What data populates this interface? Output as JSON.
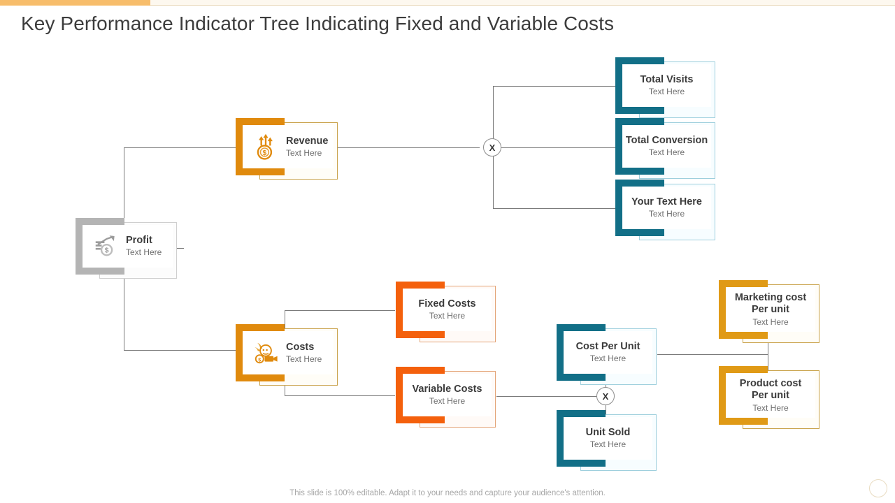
{
  "slide": {
    "title": "Key Performance Indicator Tree Indicating Fixed and Variable Costs",
    "footer_note": "This slide is 100% editable. Adapt it to your needs and capture your audience's attention.",
    "accent_bar_color": "#f7bd6b",
    "accent_bar_secondary_color": "#fdf8ef"
  },
  "colors": {
    "amber": "#e08a0d",
    "teal": "#126f87",
    "orange": "#f4600c",
    "gray": "#b4b4b4",
    "title_text": "#3c3c3c",
    "body_text": "#3b3b3b",
    "sub_text": "#6e6e6e",
    "connector": "#7a7a7a"
  },
  "nodes": {
    "profit": {
      "title": "Profit",
      "subtitle": "Text Here",
      "icon": "profit-growth-coin-icon",
      "color": "#b4b4b4"
    },
    "revenue": {
      "title": "Revenue",
      "subtitle": "Text Here",
      "icon": "revenue-arrows-coin-icon",
      "color": "#e08a0d"
    },
    "costs": {
      "title": "Costs",
      "subtitle": "Text Here",
      "icon": "costs-money-bag-icon",
      "color": "#e08a0d"
    },
    "total_visits": {
      "title": "Total Visits",
      "subtitle": "Text Here",
      "color": "#126f87"
    },
    "total_conversion": {
      "title": "Total Conversion",
      "subtitle": "Text Here",
      "color": "#126f87"
    },
    "your_text_here": {
      "title": "Your Text Here",
      "subtitle": "Text Here",
      "color": "#126f87"
    },
    "fixed_costs": {
      "title": "Fixed Costs",
      "subtitle": "Text Here",
      "color": "#f4600c"
    },
    "variable_costs": {
      "title": "Variable Costs",
      "subtitle": "Text Here",
      "color": "#f4600c"
    },
    "cost_per_unit": {
      "title": "Cost Per Unit",
      "subtitle": "Text Here",
      "color": "#126f87"
    },
    "unit_sold": {
      "title": "Unit Sold",
      "subtitle": "Text Here",
      "color": "#126f87"
    },
    "marketing_cost": {
      "title_line1": "Marketing cost",
      "title_line2": "Per unit",
      "subtitle": "Text Here",
      "color": "#e09a16"
    },
    "product_cost": {
      "title_line1": "Product cost",
      "title_line2": "Per unit",
      "subtitle": "Text Here",
      "color": "#e09a16"
    }
  },
  "operators": {
    "revenue_multiply": "X",
    "costs_multiply": "X"
  }
}
